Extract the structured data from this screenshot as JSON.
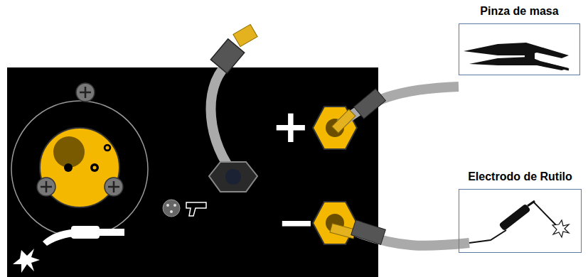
{
  "diagram": {
    "nodes": [
      {
        "text": [
          "Pinza de masa"
        ]
      },
      {
        "text": [
          "Electrodo de Rutilo"
        ]
      }
    ],
    "labels": [
      "+",
      "−"
    ]
  }
}
